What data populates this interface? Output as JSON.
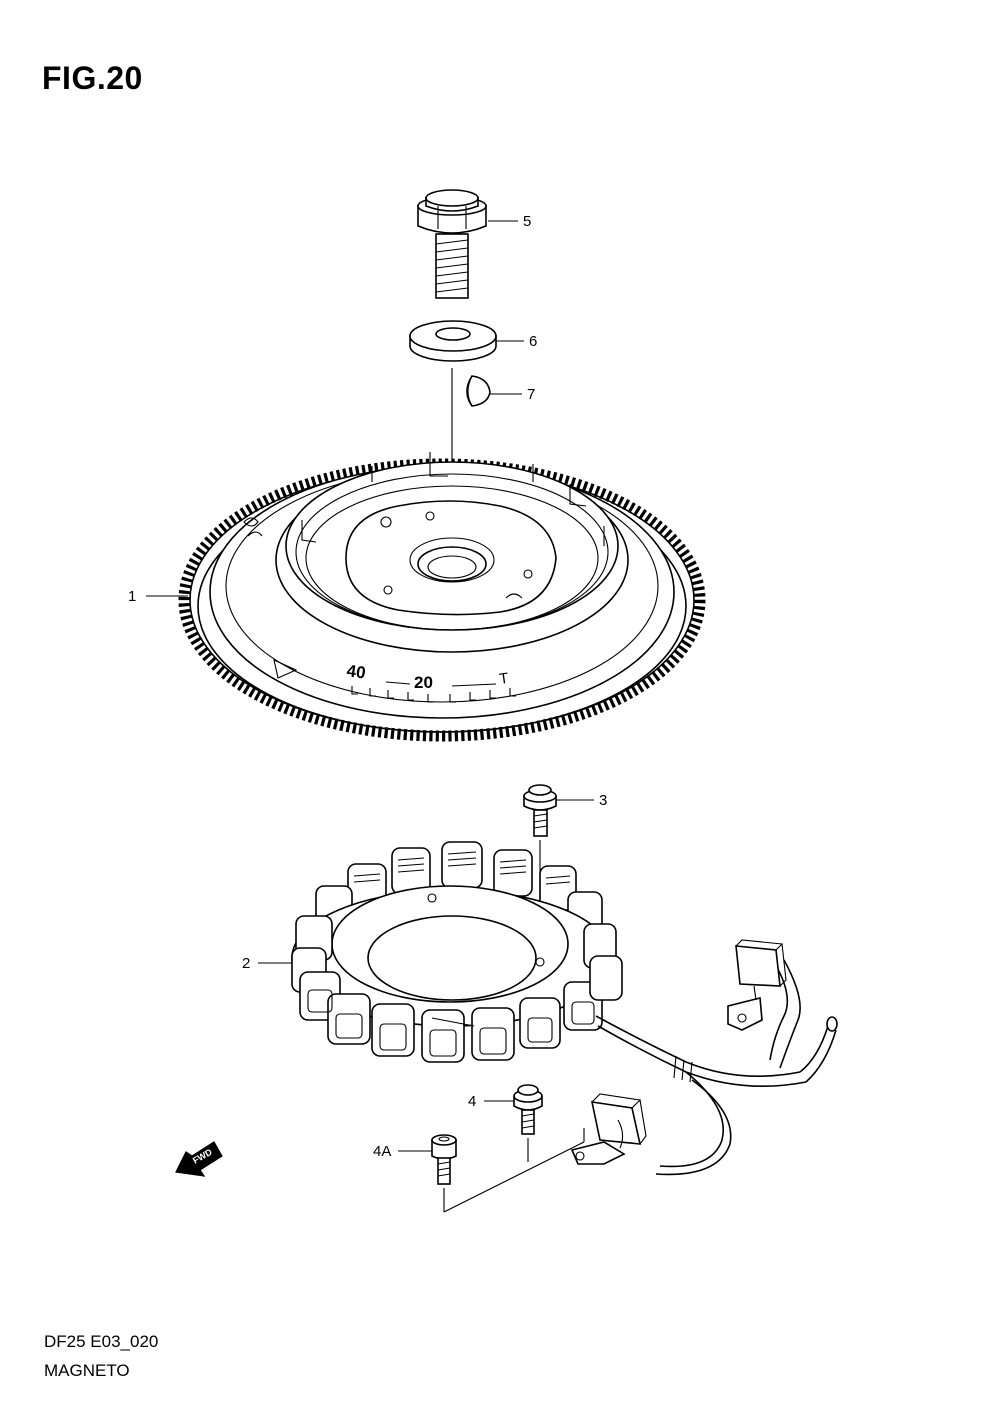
{
  "figure": {
    "title": "FIG.20",
    "code": "DF25  E03_020",
    "name": "MAGNETO"
  },
  "callouts": [
    {
      "id": "5",
      "part": "bolt"
    },
    {
      "id": "6",
      "part": "washer"
    },
    {
      "id": "7",
      "part": "key"
    },
    {
      "id": "1",
      "part": "flywheel"
    },
    {
      "id": "3",
      "part": "bolt"
    },
    {
      "id": "2",
      "part": "stator"
    },
    {
      "id": "4",
      "part": "bolt"
    },
    {
      "id": "4A",
      "part": "screw"
    }
  ],
  "flywheel_marks": {
    "m40": "40",
    "m20": "20",
    "mT": "T"
  },
  "direction_arrow": {
    "label": "FWD"
  }
}
